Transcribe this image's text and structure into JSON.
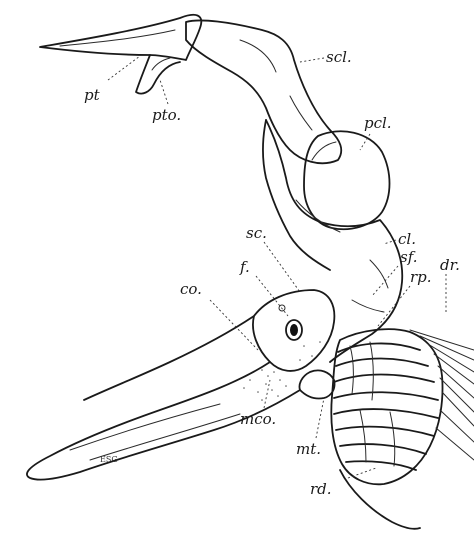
{
  "labels": {
    "scl": "scl.",
    "pt": "pt",
    "pto": "pto.",
    "pcl": "pcl.",
    "cl": "cl.",
    "sc": "sc.",
    "f": "f.",
    "sf": "sf.",
    "co": "co.",
    "rp": "rp.",
    "dr": "dr.",
    "mco": "mco.",
    "mt": "mt.",
    "rd": "rd."
  },
  "signature": "ESG"
}
